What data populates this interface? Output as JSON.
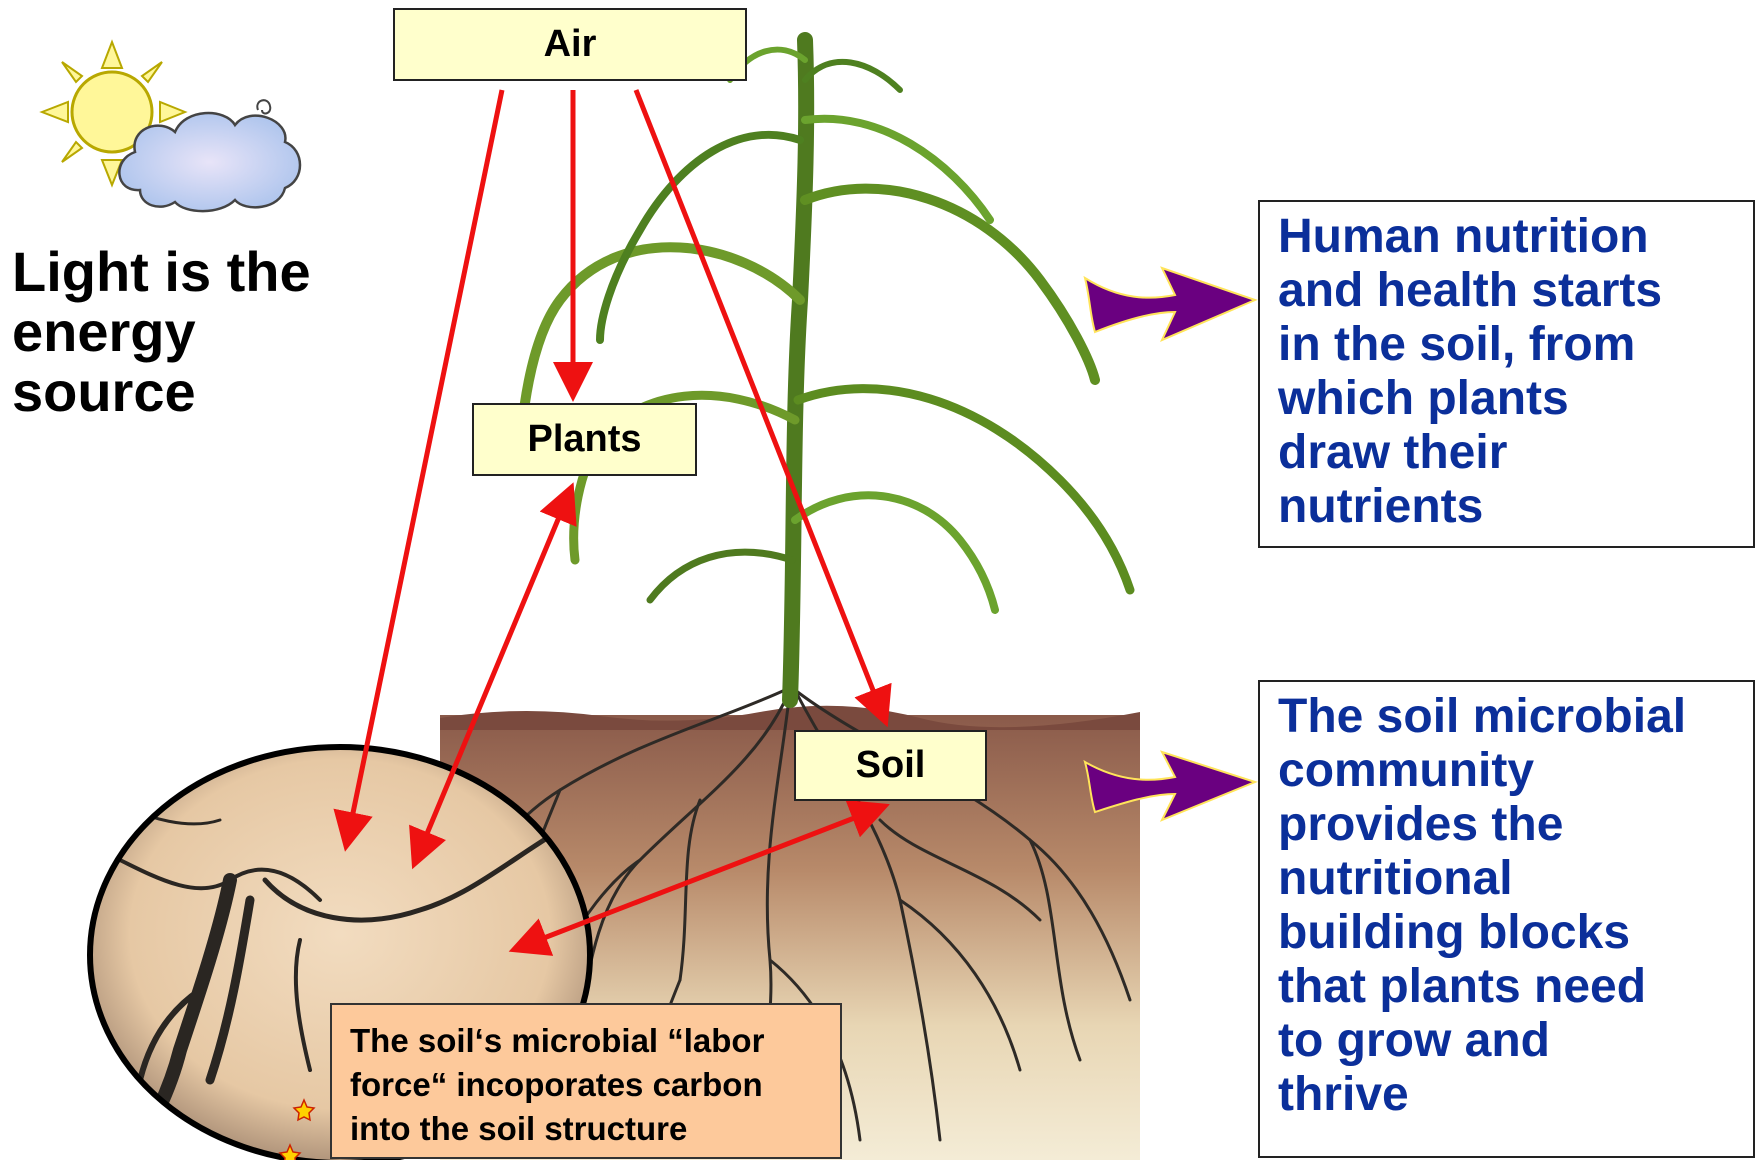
{
  "labels": {
    "air": "Air",
    "plants": "Plants",
    "soil": "Soil"
  },
  "energy_source": {
    "lines": [
      "Light is the",
      "energy",
      "source"
    ]
  },
  "human_nutrition": {
    "lines": [
      "Human nutrition",
      "and health starts",
      "in the soil, from",
      "which plants",
      "draw their",
      "nutrients"
    ]
  },
  "soil_microbial": {
    "lines": [
      "The soil microbial",
      "community",
      "provides the",
      "nutritional",
      "building blocks",
      "that plants need",
      "to grow and",
      "thrive"
    ]
  },
  "microbe_caption": {
    "lines": [
      "The soil‘s microbial “labor",
      "force“ incoporates carbon",
      "into the soil structure"
    ]
  },
  "icons": {
    "weather": "sun-cloud-icon",
    "pointer": "purple-arrow-icon",
    "flow": "red-arrow"
  },
  "colors": {
    "info_text": "#0b2f9a",
    "label_fill": "#ffffcc",
    "caption_fill": "#fdc99b",
    "flow_arrow": "#ee1111",
    "pointer_arrow": "#6a0080"
  }
}
